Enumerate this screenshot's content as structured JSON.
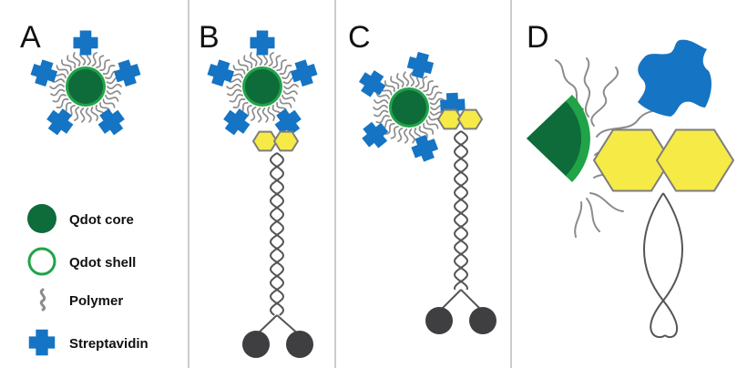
{
  "panels": {
    "a": {
      "letter": "A"
    },
    "b": {
      "letter": "B"
    },
    "c": {
      "letter": "C"
    },
    "d": {
      "letter": "D"
    }
  },
  "legend": {
    "core": "Qdot core",
    "shell": "Qdot shell",
    "polymer": "Polymer",
    "streptavidin": "Streptavidin"
  },
  "colors": {
    "core": "#0e6b3a",
    "shell": "#21a347",
    "polymer": "#8c8c8c",
    "streptavidin": "#1574c3",
    "biotin": "#f6ea47",
    "biotin_stroke": "#7d7d7d",
    "bead": "#3f3f41",
    "strand": "#555555",
    "divider": "#9a9a9a"
  },
  "icons": {
    "core": "filled-circle",
    "shell": "ring",
    "polymer": "squiggle",
    "streptavidin": "four-lobed-cross",
    "biotin": "hexagon",
    "bead": "dark-sphere"
  }
}
